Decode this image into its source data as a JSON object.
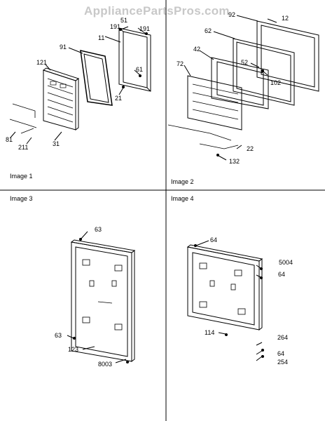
{
  "watermark": "AppliancePartsPros.com",
  "panels": [
    {
      "caption": "Image 1",
      "callouts": [
        "121",
        "91",
        "11",
        "191",
        "51",
        "191",
        "61",
        "21",
        "81",
        "211",
        "31"
      ]
    },
    {
      "caption": "Image 2",
      "callouts": [
        "92",
        "12",
        "62",
        "42",
        "52",
        "72",
        "102",
        "22",
        "132"
      ]
    },
    {
      "caption": "Image 3",
      "callouts": [
        "63",
        "63",
        "123",
        "8003"
      ]
    },
    {
      "caption": "Image 4",
      "callouts": [
        "64",
        "5004",
        "64",
        "114",
        "264",
        "64",
        "254"
      ]
    }
  ]
}
